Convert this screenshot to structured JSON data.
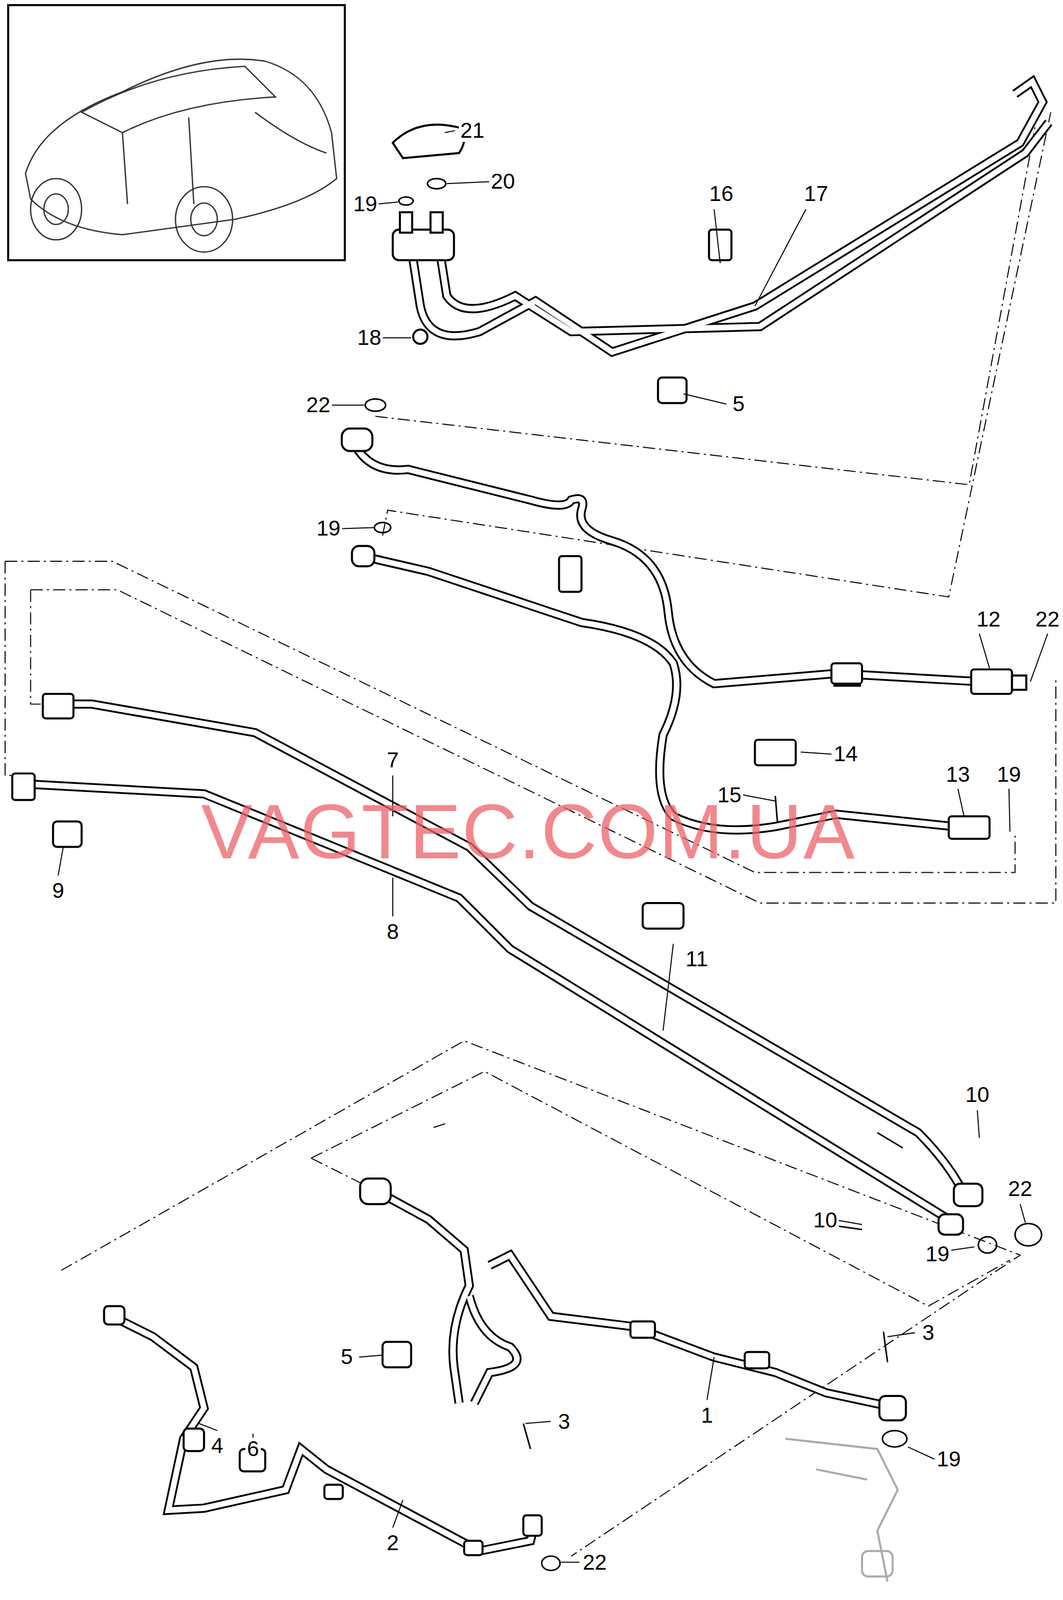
{
  "diagram": {
    "labels": [
      "21",
      "19",
      "20",
      "16",
      "17",
      "18",
      "5",
      "22",
      "19",
      "12",
      "22",
      "14",
      "15",
      "13",
      "19",
      "7",
      "VAGTEC.COM.UA",
      "9",
      "8",
      "11",
      "10",
      "22",
      "10",
      "19",
      "3",
      "5",
      "1",
      "4",
      "6",
      "3",
      "19",
      "2",
      "22"
    ]
  }
}
